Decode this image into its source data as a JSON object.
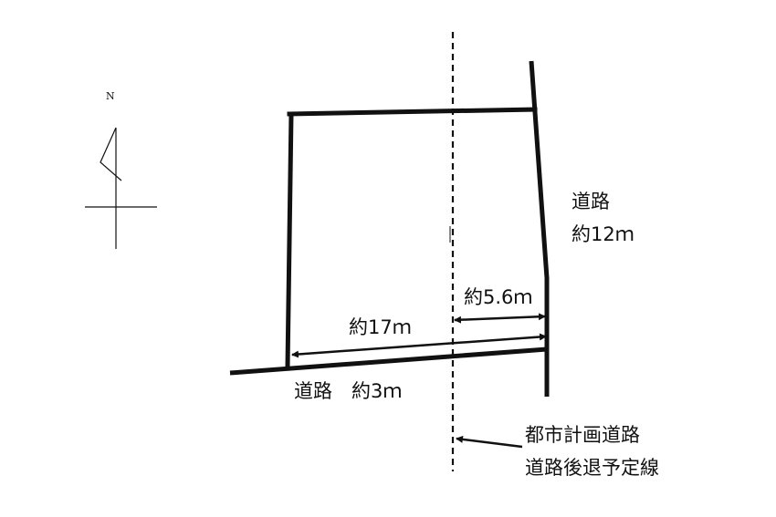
{
  "compass": {
    "north_label": "N"
  },
  "labels": {
    "road_east_line1": "道路",
    "road_east_line2": "約12ｍ",
    "width_east": "約5.6ｍ",
    "width_south": "約17ｍ",
    "road_south": "道路　約3ｍ",
    "planned_road_line1": "都市計画道路",
    "planned_road_line2": "道路後退予定線"
  },
  "colors": {
    "line": "#111111",
    "background": "#ffffff"
  }
}
